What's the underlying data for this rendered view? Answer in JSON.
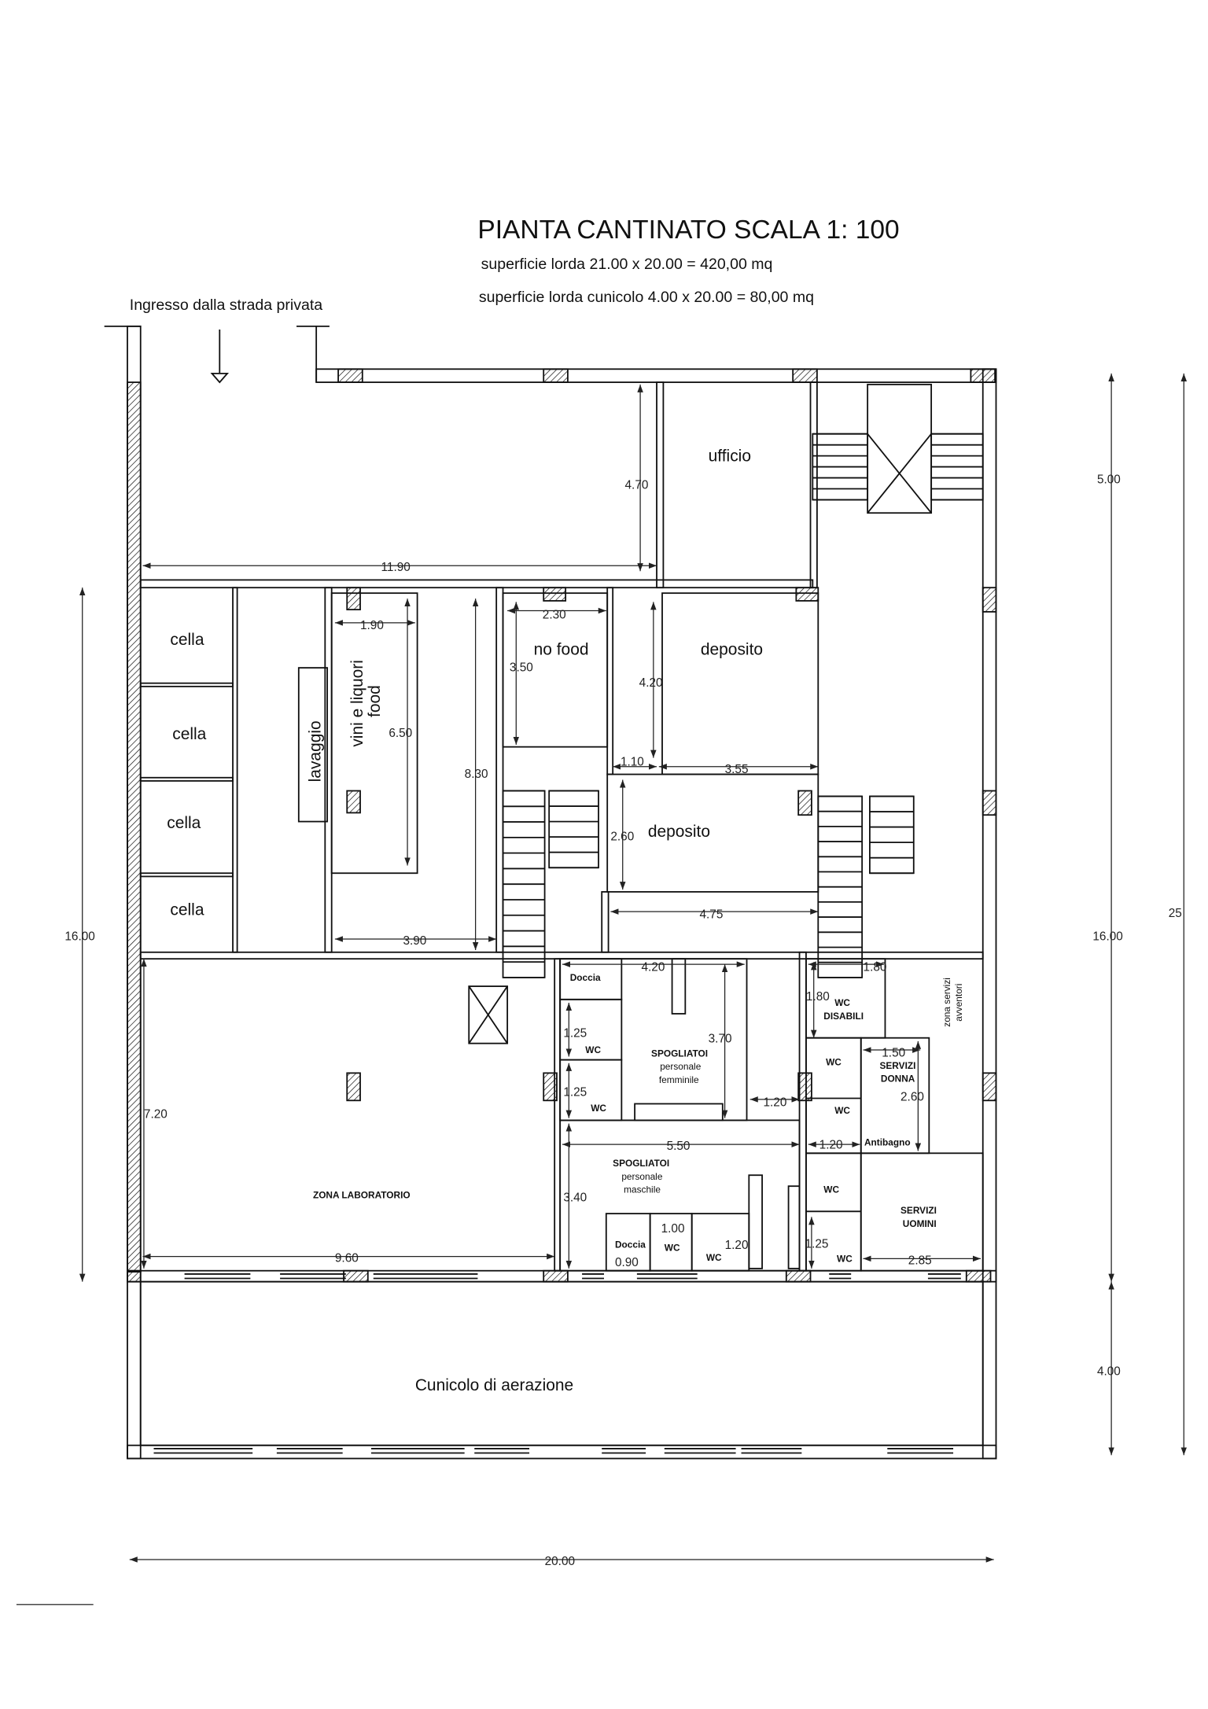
{
  "header": {
    "title": "PIANTA  CANTINATO  SCALA 1: 100",
    "area_line_1": "superficie lorda 21.00 x 20.00 = 420,00 mq",
    "area_line_2": "superficie lorda cunicolo 4.00 x 20.00 = 80,00 mq",
    "entrance": "Ingresso  dalla strada privata"
  },
  "rooms": {
    "ufficio": "ufficio",
    "cella": "cella",
    "lavaggio": "lavaggio",
    "vini_1": "vini e liquori",
    "vini_2": "food",
    "no_food": "no food",
    "deposito": "deposito",
    "lab": "ZONA LABORATORIO",
    "doccia": "Doccia",
    "wc": "WC",
    "spogliatoi": "SPOGLIATOI",
    "personale": "personale",
    "femminile": "femminile",
    "maschile": "maschile",
    "disabili": "DISABILI",
    "zona_1": "zona servizi",
    "zona_2": "avventori",
    "servizi": "SERVIZI",
    "donna": "DONNA",
    "uomini": "UOMINI",
    "antibagno": "Antibagno",
    "cunicolo": "Cunicolo di aerazione"
  },
  "dims": {
    "d470": "4.70",
    "d1190": "11.90",
    "d230": "2.30",
    "d190": "1.90",
    "d350": "3.50",
    "d420": "4.20",
    "d650": "6.50",
    "d830": "8.30",
    "d110": "1.10",
    "d355": "3.55",
    "d260": "2.60",
    "d475": "4.75",
    "d390": "3.90",
    "d370": "3.70",
    "d125": "1.25",
    "d120": "1.20",
    "d550": "5.50",
    "d340": "3.40",
    "d100": "1.00",
    "d090": "0.90",
    "d720": "7.20",
    "d960": "9.60",
    "d180": "1.80",
    "d150": "1.50",
    "d285": "2.85",
    "d500": "5.00",
    "d1600": "16.00",
    "d400": "4.00",
    "d25": "25",
    "d2000": "20.00"
  }
}
